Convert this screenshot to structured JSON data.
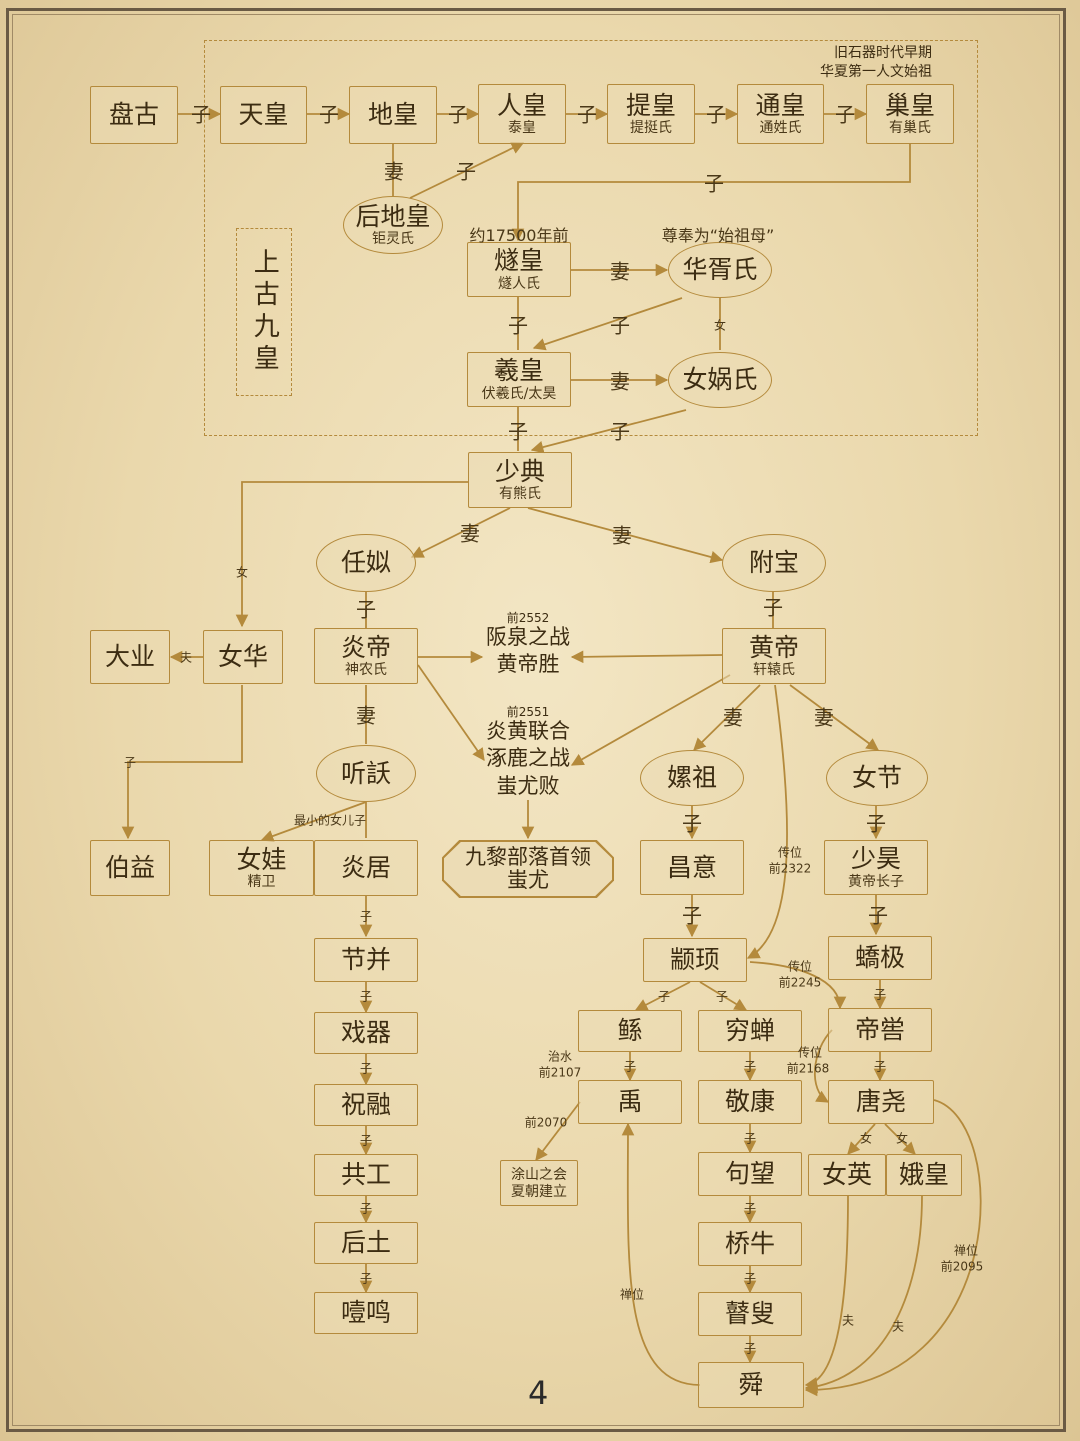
{
  "nodes": {
    "pangu": {
      "name": "盘古"
    },
    "tianhuang": {
      "name": "天皇"
    },
    "dihuang": {
      "name": "地皇"
    },
    "renhuang": {
      "name": "人皇",
      "sub": "泰皇"
    },
    "tihuang": {
      "name": "提皇",
      "sub": "提挺氏"
    },
    "tonghuang": {
      "name": "通皇",
      "sub": "通姓氏"
    },
    "chaohuang": {
      "name": "巢皇",
      "sub": "有巢氏"
    },
    "houdihuang": {
      "name": "后地皇",
      "sub": "钜灵氏"
    },
    "suihuang": {
      "name": "燧皇",
      "sub": "燧人氏"
    },
    "huaxushi": {
      "name": "华胥氏"
    },
    "xihuang": {
      "name": "羲皇",
      "sub": "伏羲氏/太昊"
    },
    "nuwa": {
      "name": "女娲氏"
    },
    "shaodian": {
      "name": "少典",
      "sub": "有熊氏"
    },
    "rensi": {
      "name": "任姒"
    },
    "fubao": {
      "name": "附宝"
    },
    "daye": {
      "name": "大业"
    },
    "nuhua": {
      "name": "女华"
    },
    "yandi": {
      "name": "炎帝",
      "sub": "神农氏"
    },
    "huangdi": {
      "name": "黄帝",
      "sub": "轩辕氏"
    },
    "tingyao": {
      "name": "听訞"
    },
    "leizu": {
      "name": "嫘祖"
    },
    "nujie": {
      "name": "女节"
    },
    "boyi": {
      "name": "伯益"
    },
    "nuwa2": {
      "name": "女娃",
      "sub": "精卫"
    },
    "yanju": {
      "name": "炎居"
    },
    "chiyou": {
      "name": "九黎部落首领",
      "sub": "蚩尤"
    },
    "changyi": {
      "name": "昌意"
    },
    "shaohao": {
      "name": "少昊",
      "sub": "黄帝长子"
    },
    "jiebing": {
      "name": "节并"
    },
    "zhuanxu": {
      "name": "颛顼"
    },
    "jiaoji": {
      "name": "蟜极"
    },
    "xiqi": {
      "name": "戏器"
    },
    "gun": {
      "name": "鲧"
    },
    "qiongchan": {
      "name": "穷蝉"
    },
    "diku": {
      "name": "帝喾"
    },
    "zhurong": {
      "name": "祝融"
    },
    "yu": {
      "name": "禹"
    },
    "jingkang": {
      "name": "敬康"
    },
    "tangyao": {
      "name": "唐尧"
    },
    "gonggong": {
      "name": "共工"
    },
    "juwang": {
      "name": "句望"
    },
    "nuying": {
      "name": "女英"
    },
    "ehuang": {
      "name": "娥皇"
    },
    "houtu": {
      "name": "后土"
    },
    "qiaoniu": {
      "name": "桥牛"
    },
    "yiming": {
      "name": "噎鸣"
    },
    "gusou": {
      "name": "瞽叟"
    },
    "shun": {
      "name": "舜"
    },
    "tushan": {
      "name": "涂山之会",
      "sub": "夏朝建立"
    }
  },
  "labels": {
    "zi": "子",
    "qi": "妻",
    "nu": "女",
    "fu": "夫",
    "zuixiao": "最小的女儿子",
    "chuanwei": "传位",
    "shanwei": "禅位",
    "zhishui": "治水",
    "y2322": "前2322",
    "y2245": "前2245",
    "y2168": "前2168",
    "y2107": "前2107",
    "y2070": "前2070",
    "y2095": "前2095",
    "y17500": "约17500年前",
    "zunfeng": "尊奉为“始祖母”"
  },
  "group": {
    "title": "上古九皇",
    "note_line1": "旧石器时代早期",
    "note_line2": "华夏第一人文始祖"
  },
  "events": {
    "banquan": {
      "year": "前2552",
      "line1": "阪泉之战",
      "line2": "黄帝胜"
    },
    "zhuolu": {
      "year": "前2551",
      "line1": "炎黄联合",
      "line2": "涿鹿之战",
      "line3": "蚩尤败"
    }
  },
  "page_number": "4",
  "colors": {
    "line": "#b48a3c",
    "text": "#3c2c12",
    "background": "#ead8ac"
  }
}
